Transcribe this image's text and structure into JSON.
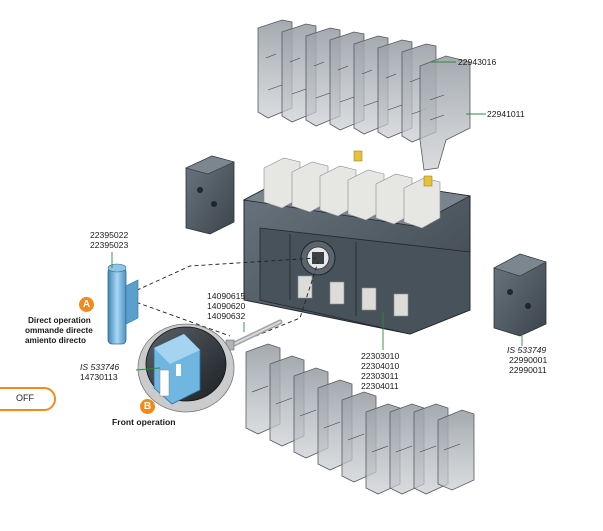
{
  "labels": {
    "top_cover_code": "22943016",
    "top_cover_side_code": "22941011",
    "handle_a_codes": [
      "22395022",
      "22395023"
    ],
    "shaft_codes": [
      "14090615",
      "14090620",
      "14090632"
    ],
    "switch_codes": [
      "22303010",
      "22304010",
      "22303011",
      "22304011"
    ],
    "aux_contact_std": "IS 533749",
    "aux_contact_codes": [
      "22990001",
      "22990011"
    ],
    "handle_b_std": "IS 533746",
    "handle_b_code": "14730113",
    "direct_operation": [
      "Direct operation",
      "ommande directe",
      "amiento directo"
    ],
    "front_operation": "Front operation",
    "badge_a": "A",
    "badge_b": "B",
    "off_text": "OFF"
  },
  "colors": {
    "accent_orange": "#f08a1c",
    "leader_green": "#2e8b3a",
    "housing_dark": "#4a5560",
    "terminal_light": "#e6e6e2",
    "cover_grey": "#8a9096",
    "handle_blue": "#6fb6e0"
  }
}
